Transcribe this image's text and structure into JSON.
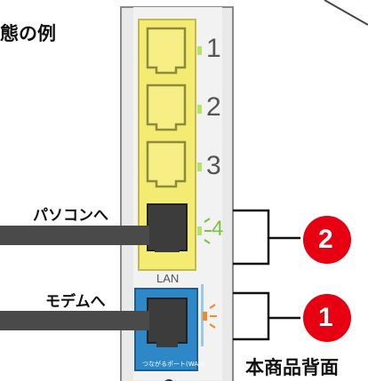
{
  "title": "態の例",
  "labels": {
    "pc": "パソコンへ",
    "modem": "モデムへ",
    "back": "本商品背面"
  },
  "lan_label": "LAN",
  "wan_label": "つながるポート(WAN)",
  "ports": [
    "1",
    "2",
    "3",
    "4"
  ],
  "badges": {
    "lan": "2",
    "wan": "1"
  },
  "colors": {
    "panel": "#e9e9e9",
    "lan_port": "#f4ec72",
    "wan_port": "#2e88c8",
    "cable": "#4a4a4a",
    "badge": "#e60012",
    "led_green": "#b5e36a",
    "led_orange": "#f08a24"
  }
}
